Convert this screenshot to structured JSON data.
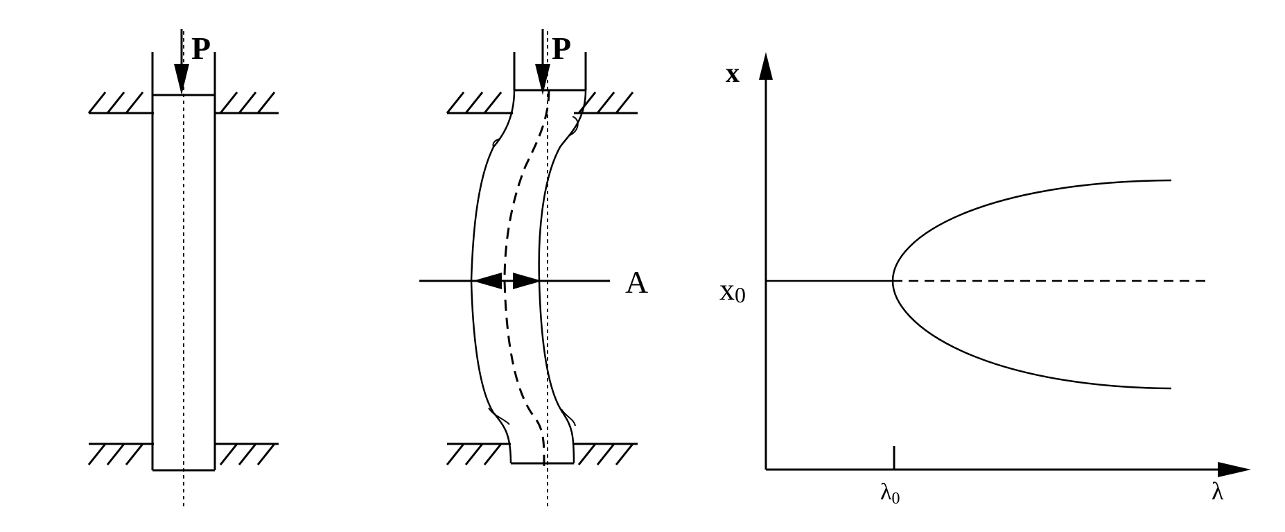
{
  "panel_a": {
    "load_label": "P"
  },
  "panel_b": {
    "load_label": "P",
    "amplitude_label": "A"
  },
  "panel_c": {
    "y_axis_label": "x",
    "x_axis_label": "λ",
    "equilibrium_label": "x",
    "equilibrium_subscript": "0",
    "critical_label": "λ",
    "critical_subscript": "0"
  }
}
